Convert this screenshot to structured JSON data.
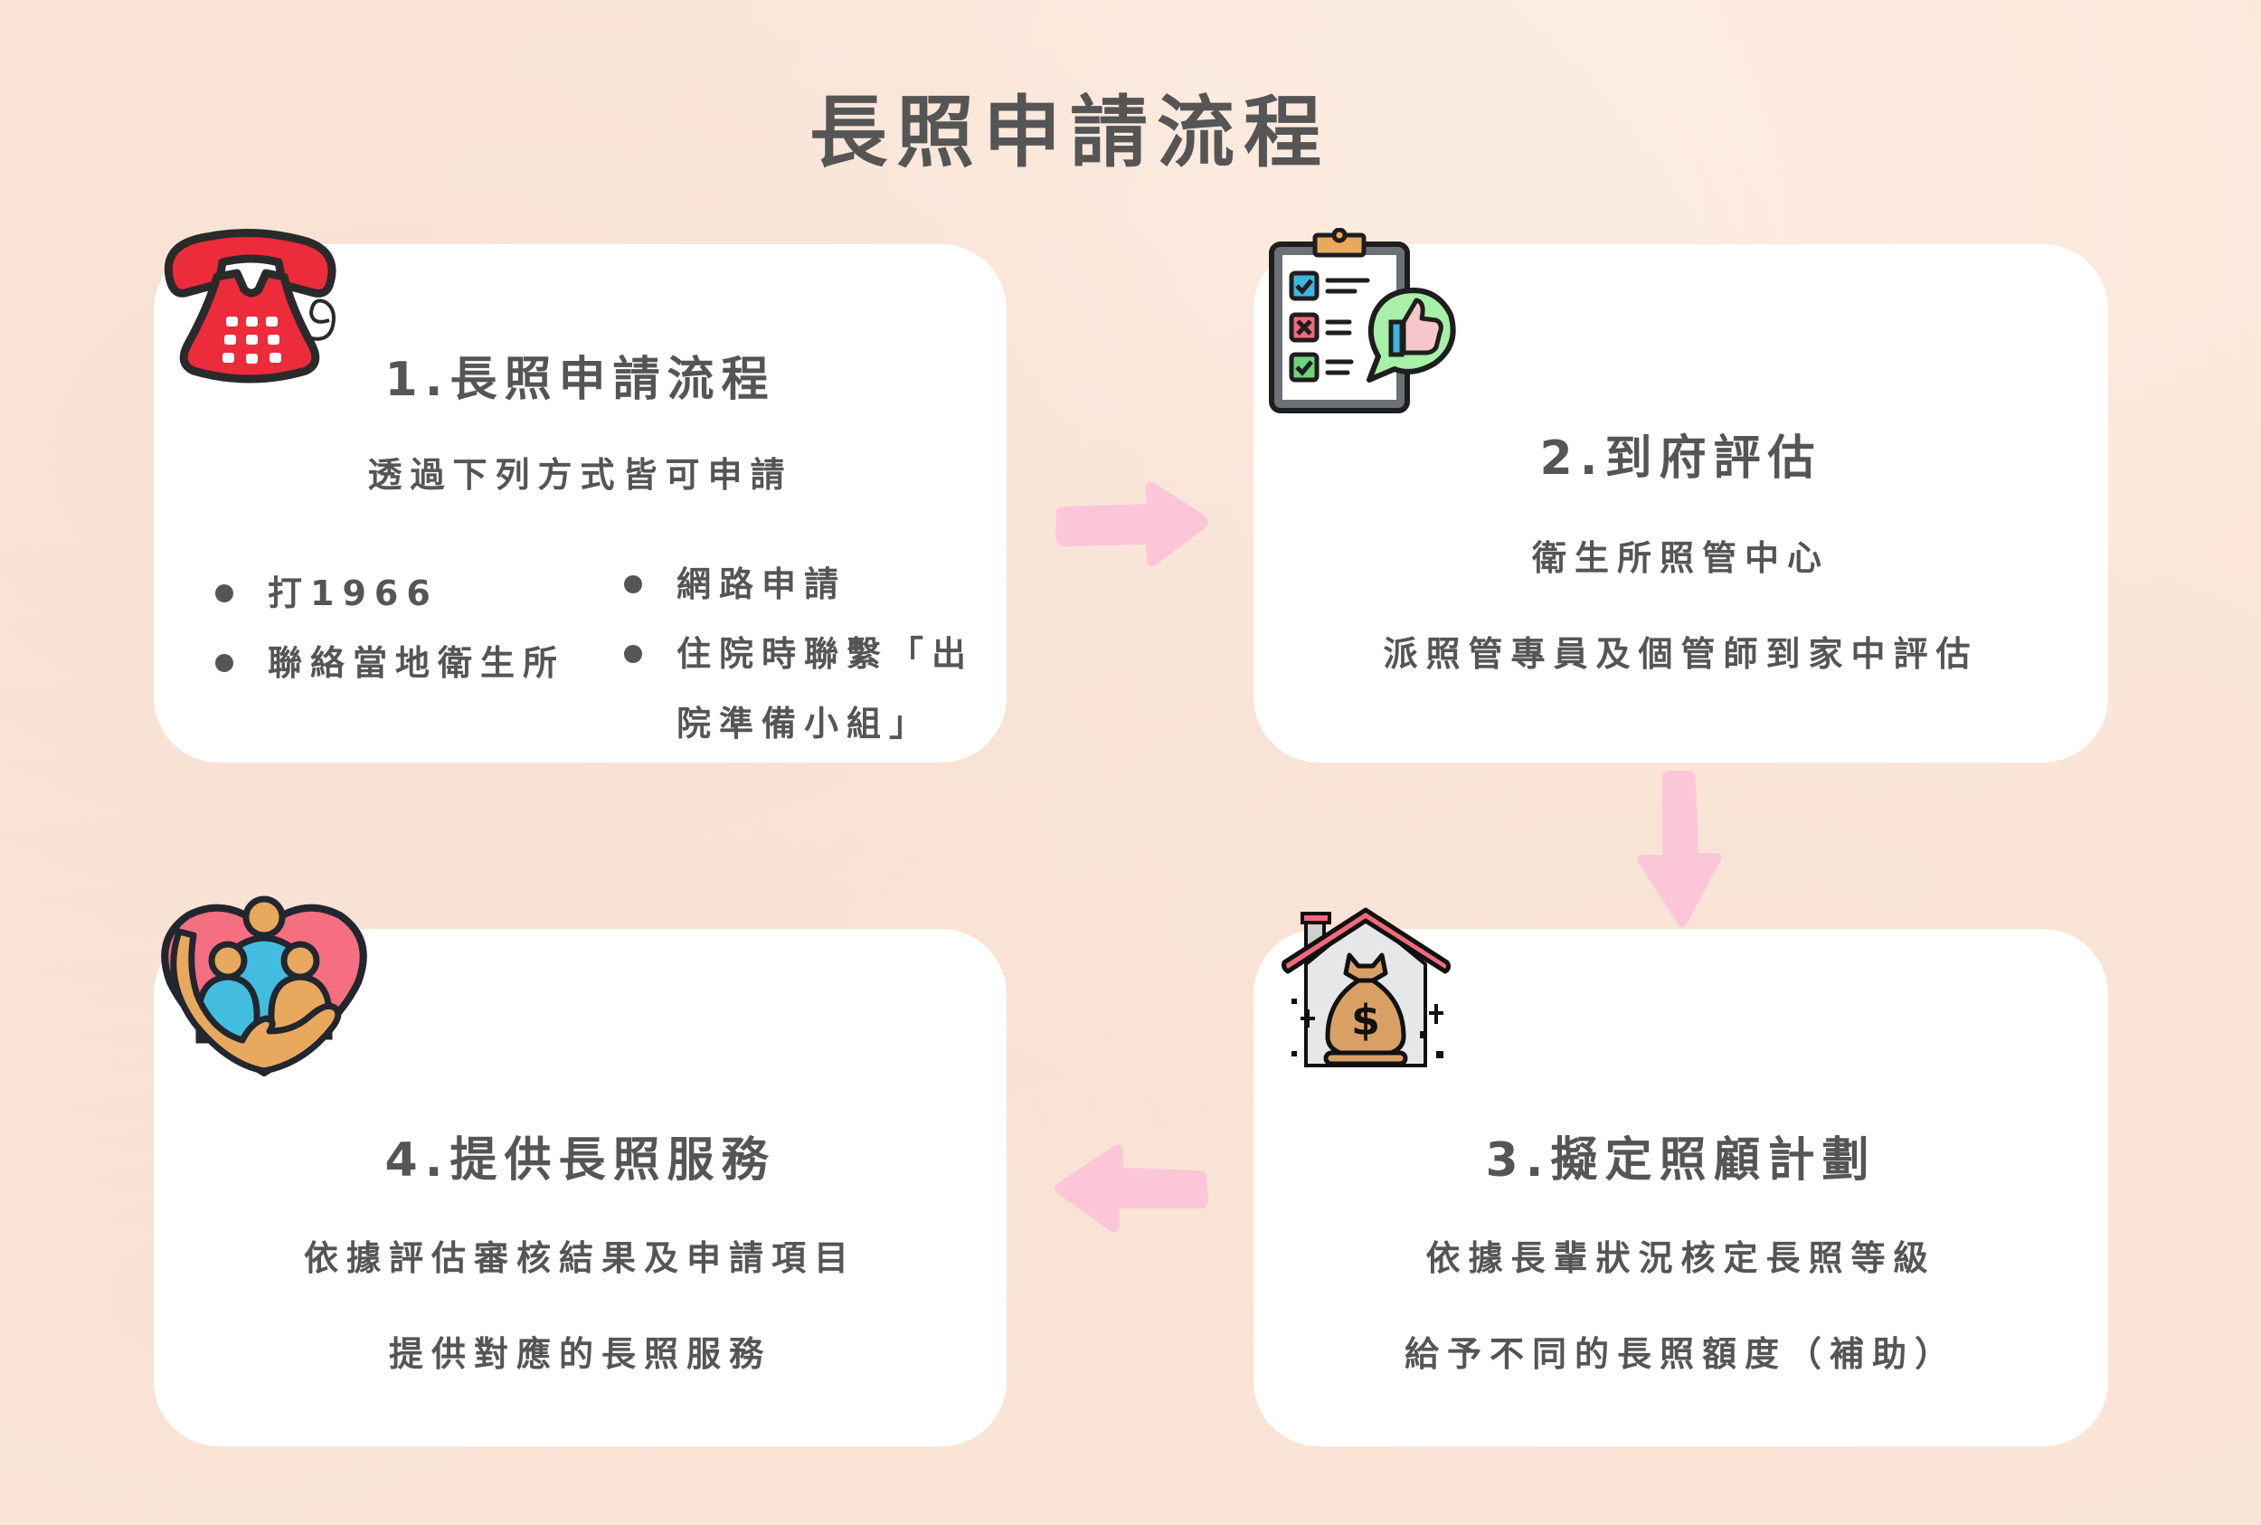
{
  "title": "長照申請流程",
  "colors": {
    "background": "#fce8db",
    "card": "#ffffff",
    "text": "#555555",
    "arrow": "#fcc6d9"
  },
  "steps": [
    {
      "number": 1,
      "heading": "1.長照申請流程",
      "subtitle": "透過下列方式皆可申請",
      "icon": "telephone-icon",
      "methods_left": [
        "打1966",
        "聯絡當地衛生所"
      ],
      "methods_right": [
        "網路申請",
        "住院時聯繫「出院準備小組」"
      ]
    },
    {
      "number": 2,
      "heading": "2.到府評估",
      "lines": [
        "衛生所照管中心",
        "派照管專員及個管師到家中評估"
      ],
      "icon": "checklist-thumbs-up-icon"
    },
    {
      "number": 3,
      "heading": "3.擬定照顧計劃",
      "lines": [
        "依據長輩狀況核定長照等級",
        "給予不同的長照額度（補助）"
      ],
      "icon": "house-money-bag-icon"
    },
    {
      "number": 4,
      "heading": "4.提供長照服務",
      "lines": [
        "依據評估審核結果及申請項目",
        "提供對應的長照服務"
      ],
      "icon": "family-heart-icon"
    }
  ],
  "flow": [
    {
      "from": 1,
      "to": 2,
      "direction": "right"
    },
    {
      "from": 2,
      "to": 3,
      "direction": "down"
    },
    {
      "from": 3,
      "to": 4,
      "direction": "left"
    }
  ]
}
